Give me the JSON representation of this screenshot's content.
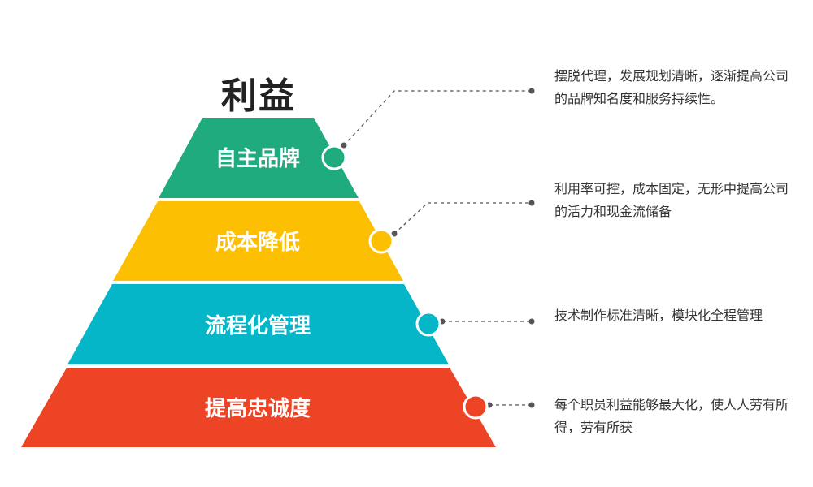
{
  "title": "利益",
  "colors": {
    "tier1": "#20AB7F",
    "tier2": "#FDBF02",
    "tier3": "#05B6C9",
    "tier4": "#EE4426",
    "connector": "#555555"
  },
  "tiers": [
    {
      "label": "自主品牌",
      "description": "摆脱代理，发展规划清晰，逐渐提高公司的品牌知名度和服务持续性。"
    },
    {
      "label": "成本降低",
      "description": "利用率可控，成本固定，无形中提高公司的活力和现金流储备"
    },
    {
      "label": "流程化管理",
      "description": "技术制作标准清晰，模块化全程管理"
    },
    {
      "label": "提高忠诚度",
      "description": "每个职员利益能够最大化，使人人劳有所得，劳有所获"
    }
  ]
}
